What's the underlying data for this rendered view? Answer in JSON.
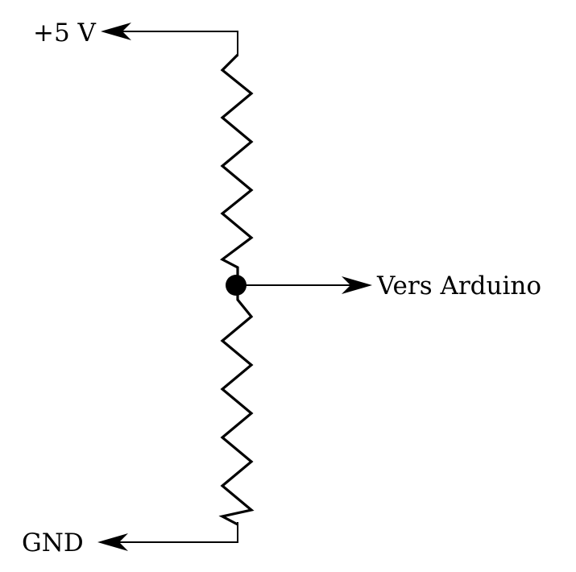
{
  "labels": {
    "supply": "+5 V",
    "output": "Vers Arduino",
    "ground": "GND"
  },
  "colors": {
    "stroke": "#000000",
    "background": "#ffffff"
  }
}
